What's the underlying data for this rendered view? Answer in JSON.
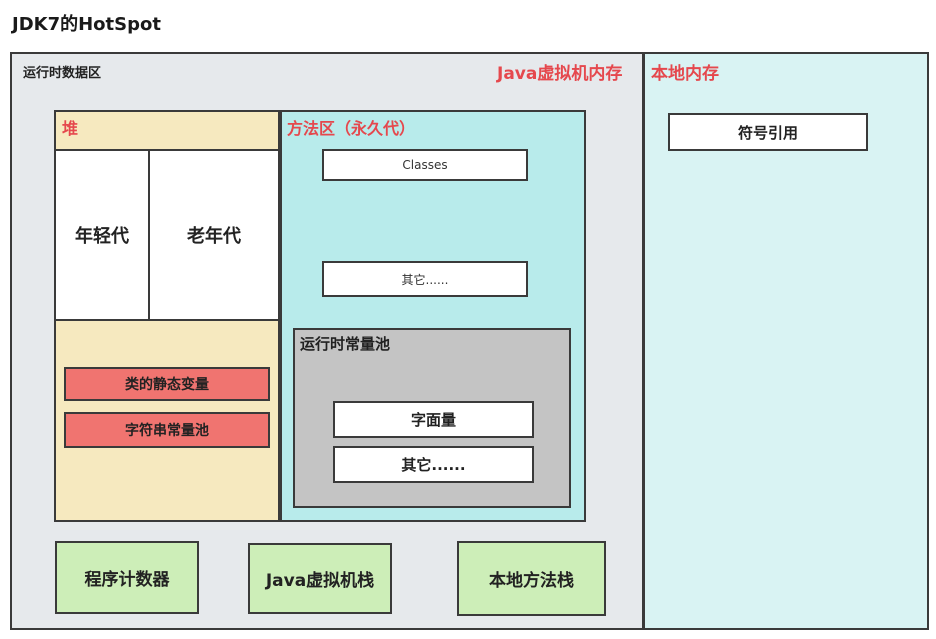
{
  "page_title": "JDK7的HotSpot",
  "jvm": {
    "label": "Java虚拟机内存",
    "runtime_data_area_label": "运行时数据区",
    "heap": {
      "label": "堆",
      "young_gen": "年轻代",
      "old_gen": "老年代",
      "static_vars": "类的静态变量",
      "string_pool": "字符串常量池"
    },
    "method_area": {
      "label": "方法区（永久代）",
      "classes": "Classes",
      "other": "其它......",
      "runtime_constant_pool": {
        "label": "运行时常量池",
        "literals": "字面量",
        "other": "其它......"
      }
    },
    "program_counter": "程序计数器",
    "java_stack": "Java虚拟机栈",
    "native_method_stack": "本地方法栈"
  },
  "native_memory": {
    "label": "本地内存",
    "symbol_refs": "符号引用"
  },
  "colors": {
    "accent_red": "#e5484d",
    "heap_bg": "#f6e9bf",
    "method_area_bg": "#b8ebeb",
    "constant_pool_bg": "#c4c4c4",
    "red_box_bg": "#f07470",
    "green_box_bg": "#cdeeb8",
    "jvm_bg": "#e6e9ec",
    "native_bg": "#d9f3f3"
  }
}
